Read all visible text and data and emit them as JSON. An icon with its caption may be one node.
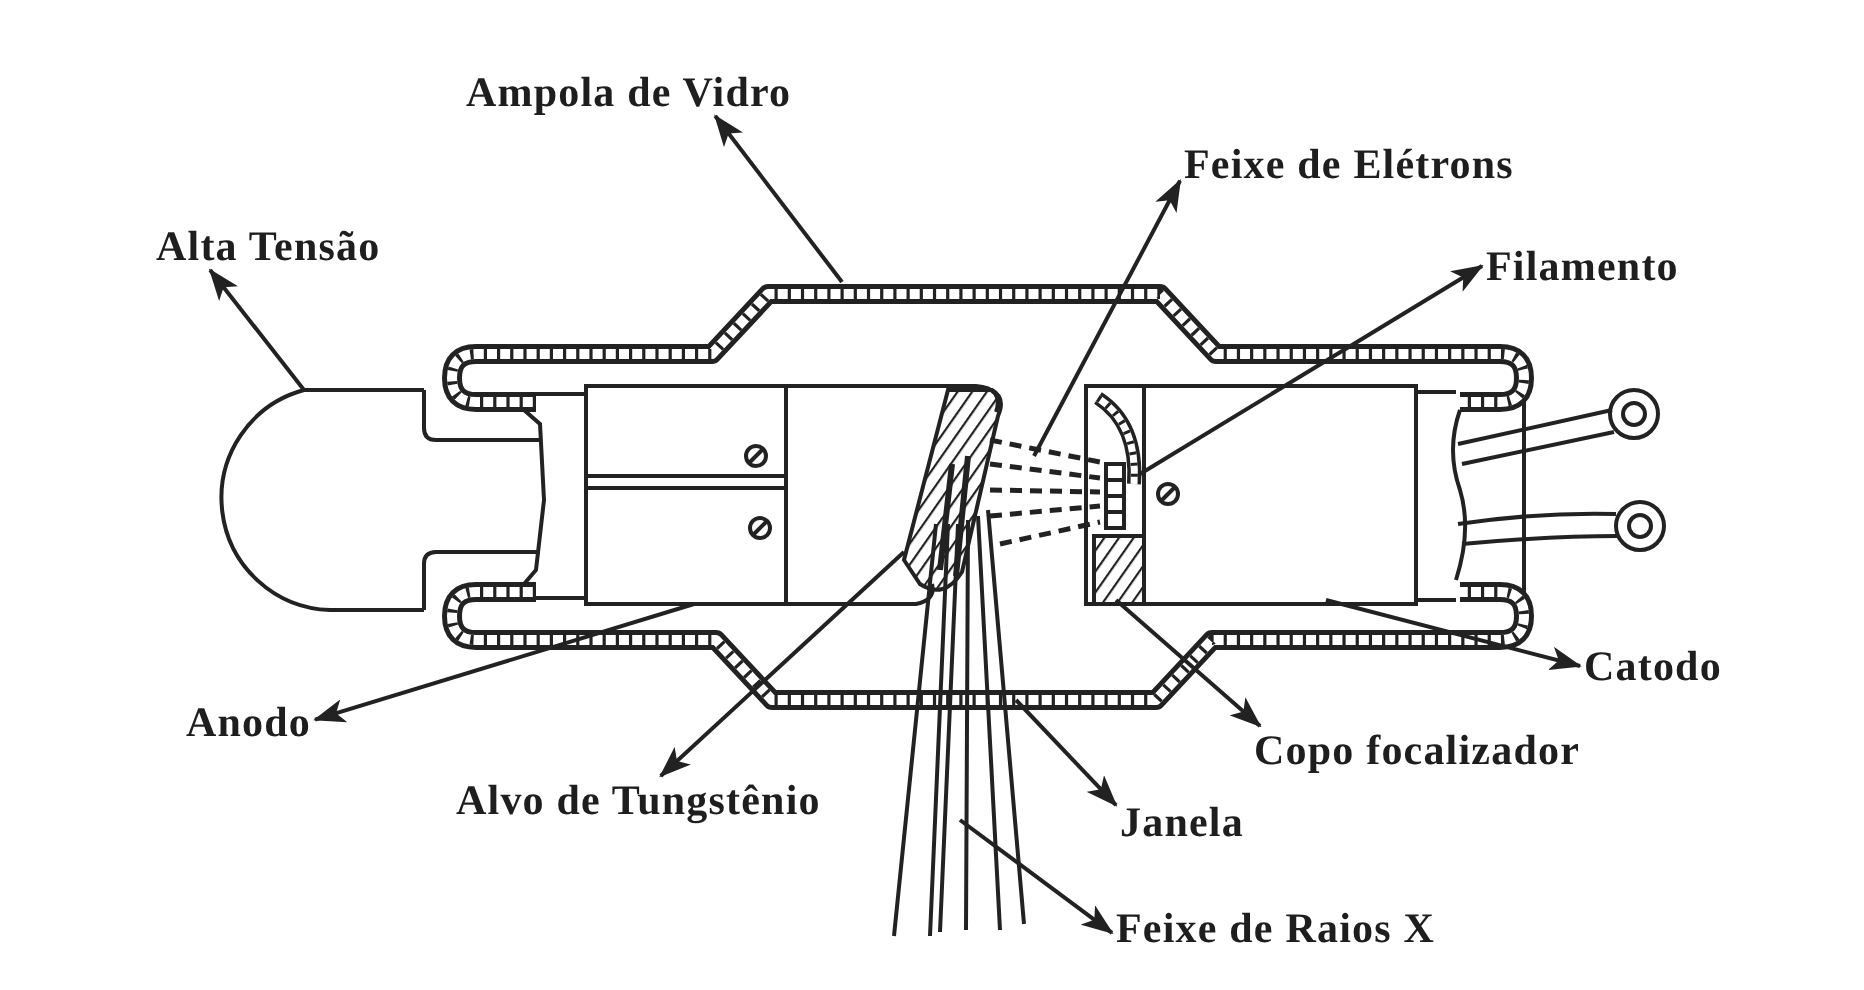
{
  "diagram": {
    "nodes": [
      {
        "text": [
          "Ampola de Vidro"
        ]
      },
      {
        "text": [
          "Feixe de Elétrons"
        ]
      },
      {
        "text": [
          "Alta Tensão"
        ]
      },
      {
        "text": [
          "Filamento"
        ]
      },
      {
        "text": [
          "Catodo"
        ]
      },
      {
        "text": [
          "Anodo"
        ]
      },
      {
        "text": [
          "Copo focalizador"
        ]
      },
      {
        "text": [
          "Alvo de Tungstênio"
        ]
      },
      {
        "text": [
          "Janela"
        ]
      },
      {
        "text": [
          "Feixe de Raios X"
        ]
      }
    ],
    "edges": [
      {
        "from": null,
        "to": 0,
        "arrow": "to"
      },
      {
        "from": null,
        "to": 1,
        "arrow": "to"
      },
      {
        "from": null,
        "to": 2,
        "arrow": "to"
      },
      {
        "from": null,
        "to": 3,
        "arrow": "to"
      },
      {
        "from": null,
        "to": 4,
        "arrow": "to"
      },
      {
        "from": null,
        "to": 5,
        "arrow": "to"
      },
      {
        "from": null,
        "to": 6,
        "arrow": "to"
      },
      {
        "from": null,
        "to": 7,
        "arrow": "to"
      },
      {
        "from": null,
        "to": 8,
        "arrow": "to"
      },
      {
        "from": null,
        "to": 9,
        "arrow": "to"
      }
    ]
  }
}
